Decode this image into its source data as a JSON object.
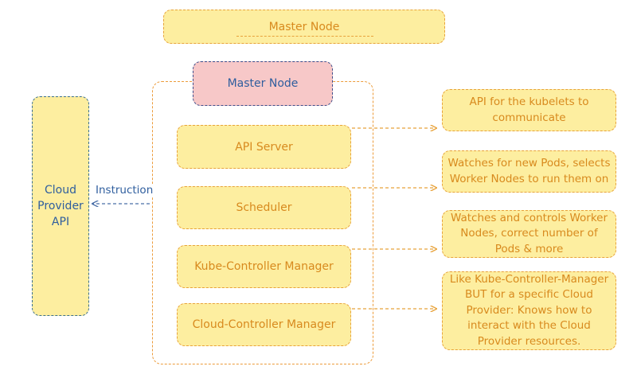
{
  "top_title": "Master Node",
  "master_header": "Master Node",
  "components": [
    "API Server",
    "Scheduler",
    "Kube-Controller Manager",
    "Cloud-Controller Manager"
  ],
  "descriptions": [
    "API for the kubelets to communicate",
    "Watches for new Pods, selects Worker Nodes to run them on",
    "Watches and controls Worker Nodes, correct number of Pods & more",
    "Like Kube-Controller-Manager BUT for a specific Cloud Provider: Knows how to interact with the Cloud Provider resources."
  ],
  "cloud_provider": "Cloud Provider API",
  "instruction_label": "Instruction",
  "colors": {
    "box_fill": "#fdeea0",
    "box_border": "#e8a23a",
    "box_text": "#d88a1e",
    "header_fill": "#f7c8c8",
    "accent_blue": "#2f5e9e"
  }
}
